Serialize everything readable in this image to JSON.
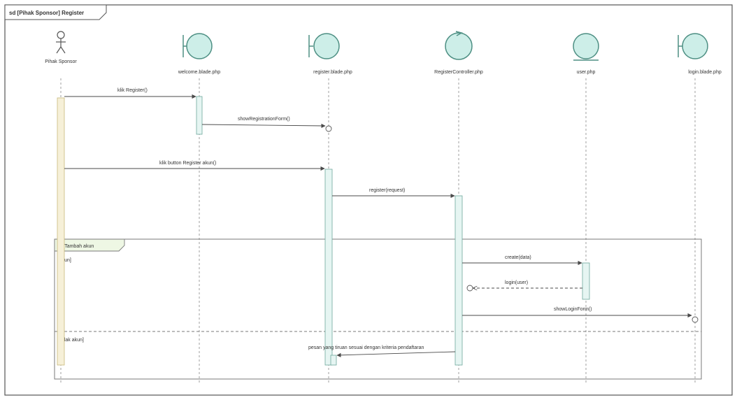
{
  "frame": {
    "title": "sd [Pihak Sponsor] Register"
  },
  "lifelines": [
    {
      "id": "actor",
      "type": "actor",
      "label": "Pihak Sponsor"
    },
    {
      "id": "welcome",
      "type": "boundary",
      "label": "welcome.blade.php"
    },
    {
      "id": "register",
      "type": "boundary",
      "label": "register.blade.php"
    },
    {
      "id": "controller",
      "type": "control",
      "label": "RegisterController.php"
    },
    {
      "id": "user",
      "type": "entity",
      "label": "user.php"
    },
    {
      "id": "login",
      "type": "boundary",
      "label": "login.blade.php"
    }
  ],
  "messages": [
    {
      "label": "klik Register()",
      "from": "actor",
      "to": "welcome",
      "style": "sync"
    },
    {
      "label": "showRegistrationForm()",
      "from": "welcome",
      "to": "register",
      "style": "sync"
    },
    {
      "label": "klik button Register akun()",
      "from": "actor",
      "to": "register",
      "style": "sync"
    },
    {
      "label": "register(request)",
      "from": "register",
      "to": "controller",
      "style": "sync"
    },
    {
      "label": "create(data)",
      "from": "controller",
      "to": "user",
      "style": "sync"
    },
    {
      "label": "login(user)",
      "from": "user",
      "to": "controller",
      "style": "return"
    },
    {
      "label": "showLoginForm()",
      "from": "controller",
      "to": "login",
      "style": "sync"
    },
    {
      "label": "pesan yang tiruan sesuai dengan kriteria pendaftaran",
      "from": "controller",
      "to": "register",
      "style": "sync"
    }
  ],
  "fragment": {
    "operator": "alt",
    "condition": "alt Tambah akun",
    "guards": [
      "[Akun]",
      "[Tidak akun]"
    ]
  },
  "colors": {
    "frame_stroke": "#555555",
    "lifeline": "#888888",
    "activation_fill": "#e6f5f2",
    "activation_stroke": "#6fa89c",
    "boundary_fill": "#cdeee8",
    "boundary_stroke": "#4d8f83",
    "actor_activation": "#f6f0d8",
    "arrow": "#4a4a4a",
    "fragment_tab": "#eef7e4",
    "fragment_stroke": "#7a7a7a"
  }
}
